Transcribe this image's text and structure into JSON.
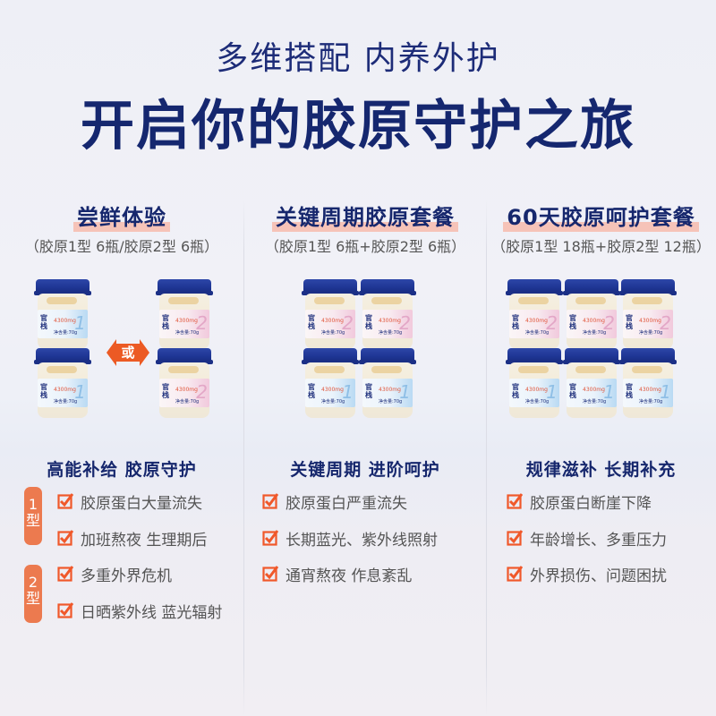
{
  "hero": {
    "subtitle": "多维搭配 内养外护",
    "title": "开启你的胶原守护之旅"
  },
  "colors": {
    "navy": "#16276d",
    "highlight": "#f6c3b8",
    "accent_orange": "#ec7a4f",
    "check_orange": "#f0582a",
    "body_text": "#545454",
    "jar_cap_blue": "#1e3593"
  },
  "packages": [
    {
      "title": "尝鲜体验",
      "subtitle": "（胶原1型 6瓶/胶原2型 6瓶）",
      "jar_types": [
        "1型",
        "2型"
      ],
      "or_label": "或",
      "benefit_title": "高能补给 胶原守护",
      "type_groups": [
        {
          "type_label_num": "1",
          "type_label_char": "型",
          "items": [
            "胶原蛋白大量流失",
            "加班熬夜 生理期后"
          ]
        },
        {
          "type_label_num": "2",
          "type_label_char": "型",
          "items": [
            "多重外界危机",
            "日晒紫外线 蓝光辐射"
          ]
        }
      ]
    },
    {
      "title": "关键周期胶原套餐",
      "subtitle": "（胶原1型 6瓶+胶原2型 6瓶）",
      "benefit_title": "关键周期 进阶呵护",
      "items": [
        "胶原蛋白严重流失",
        "长期蓝光、紫外线照射",
        "通宵熬夜 作息紊乱"
      ]
    },
    {
      "title": "60天胶原呵护套餐",
      "subtitle": "（胶原1型 18瓶+胶原2型 12瓶）",
      "benefit_title": "规律滋补 长期补充",
      "items": [
        "胶原蛋白断崖下降",
        "年龄增长、多重压力",
        "外界损伤、问题困扰"
      ]
    }
  ],
  "jar": {
    "brand": "官栈",
    "dose": "4300mg",
    "net_weight": "净含量:70g",
    "type1_num": "1",
    "type2_num": "2"
  }
}
